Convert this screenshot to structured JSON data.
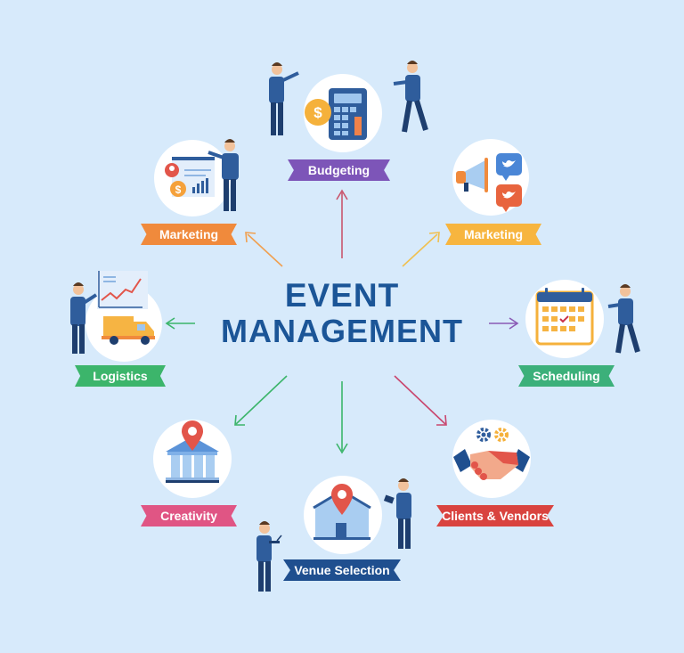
{
  "diagram": {
    "title_line1": "EVENT",
    "title_line2": "MANAGEMENT",
    "title_color": "#1b5597",
    "background": "#d7eafb",
    "nodes": [
      {
        "id": "budgeting",
        "label": "Budgeting",
        "color": "#7d55b8",
        "icon": "calculator-dollar-icon",
        "arrow_color": "#c9566e",
        "direction": "up"
      },
      {
        "id": "marketing-left",
        "label": "Marketing",
        "color": "#f08a3c",
        "icon": "presentation-chart-icon",
        "arrow_color": "#f0a050",
        "direction": "up-left"
      },
      {
        "id": "marketing-right",
        "label": "Marketing",
        "color": "#f7b53f",
        "icon": "megaphone-social-icon",
        "arrow_color": "#f0c050",
        "direction": "up-right"
      },
      {
        "id": "logistics",
        "label": "Logistics",
        "color": "#3cb56b",
        "icon": "truck-chart-icon",
        "arrow_color": "#3cb56b",
        "direction": "left"
      },
      {
        "id": "scheduling",
        "label": "Scheduling",
        "color": "#3cb07a",
        "icon": "calendar-icon",
        "arrow_color": "#8a5bb5",
        "direction": "right"
      },
      {
        "id": "creativity",
        "label": "Creativity",
        "color": "#e05584",
        "icon": "building-pin-icon",
        "arrow_color": "#3cb56b",
        "direction": "down-left"
      },
      {
        "id": "venue-selection",
        "label": "Venue Selection",
        "color": "#1f4f8f",
        "icon": "house-pin-icon",
        "arrow_color": "#3cb56b",
        "direction": "down"
      },
      {
        "id": "clients-vendors",
        "label": "Clients & Vendors",
        "color": "#d9433f",
        "icon": "handshake-gears-icon",
        "arrow_color": "#c9466e",
        "direction": "down-right"
      }
    ]
  }
}
